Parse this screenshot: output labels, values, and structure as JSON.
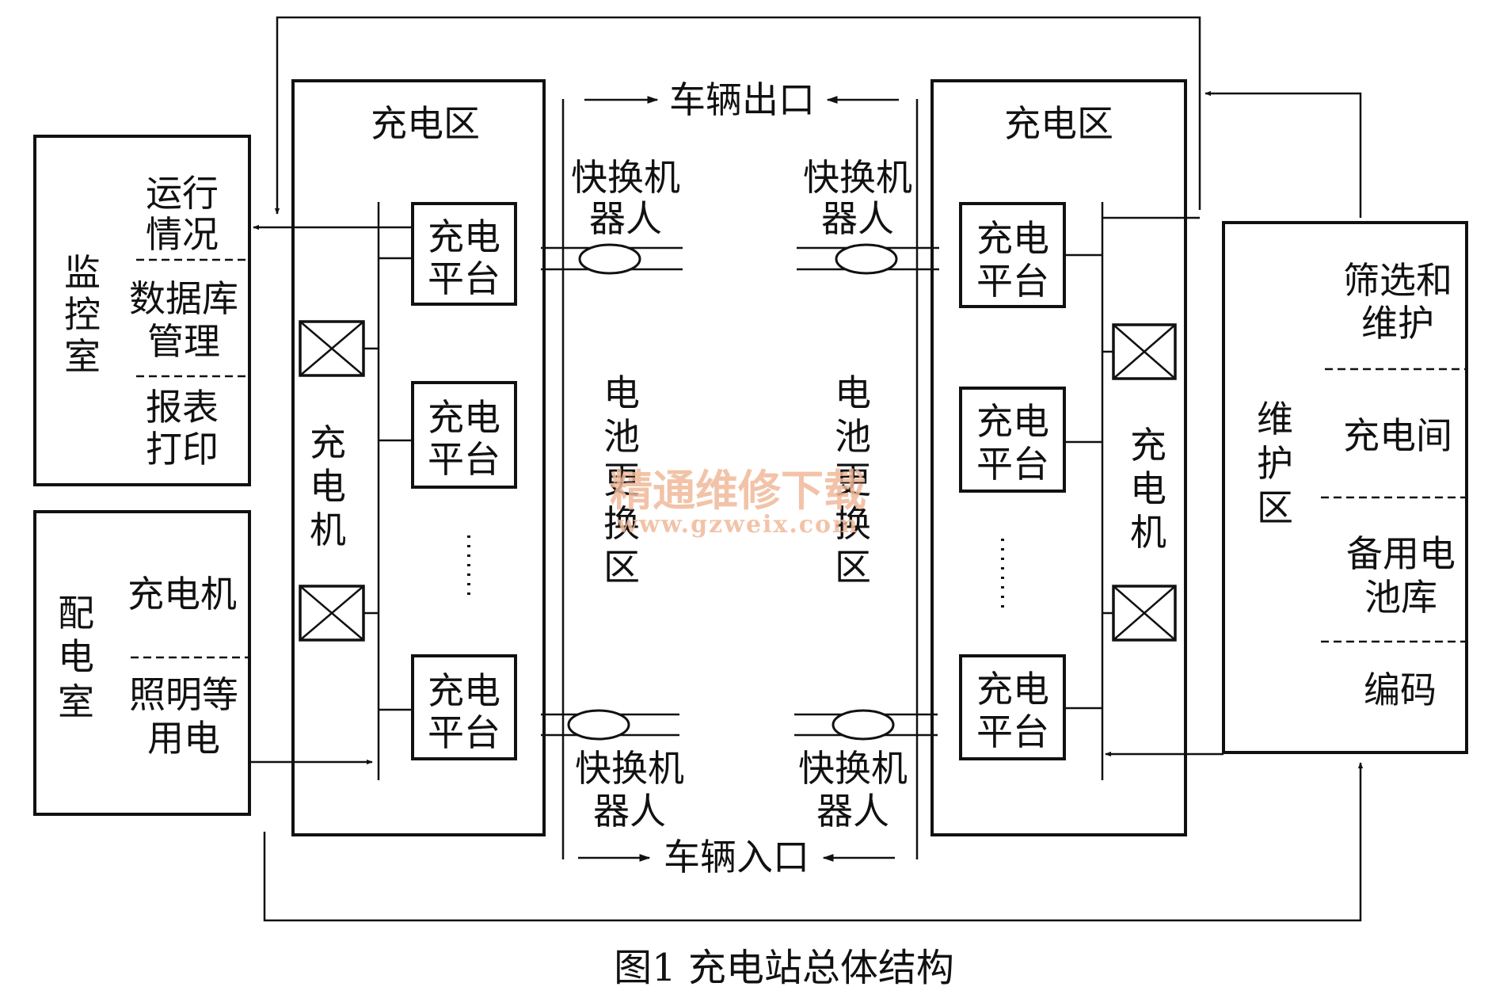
{
  "monitor_room": {
    "name": [
      "监",
      "控",
      "室"
    ],
    "items": [
      [
        "运行",
        "情况"
      ],
      [
        "数据库",
        "管理"
      ],
      [
        "报表",
        "打印"
      ]
    ]
  },
  "power_room": {
    "name": [
      "配",
      "电",
      "室"
    ],
    "items": [
      [
        "充电机"
      ],
      [
        "照明等",
        "用电"
      ]
    ]
  },
  "left_zone": {
    "title": "充电区",
    "charger": [
      "充",
      "电",
      "机"
    ],
    "platform": [
      "充电",
      "平台"
    ]
  },
  "right_zone": {
    "title": "充电区",
    "charger": [
      "充",
      "电",
      "机"
    ],
    "platform": [
      "充电",
      "平台"
    ]
  },
  "swap_zone": {
    "label": [
      "电",
      "池",
      "更",
      "换",
      "区"
    ],
    "robot": [
      "快换机",
      "器人"
    ],
    "exit": "车辆出口",
    "entrance": "车辆入口"
  },
  "maintenance": {
    "name": [
      "维",
      "护",
      "区"
    ],
    "items": [
      [
        "筛选和",
        "维护"
      ],
      [
        "充电间"
      ],
      [
        "备用电",
        "池库"
      ],
      [
        "编码"
      ]
    ]
  },
  "caption": "图1 充电站总体结构",
  "watermark": {
    "cn": "精通维修下载",
    "url": "www.gzweix.com"
  }
}
